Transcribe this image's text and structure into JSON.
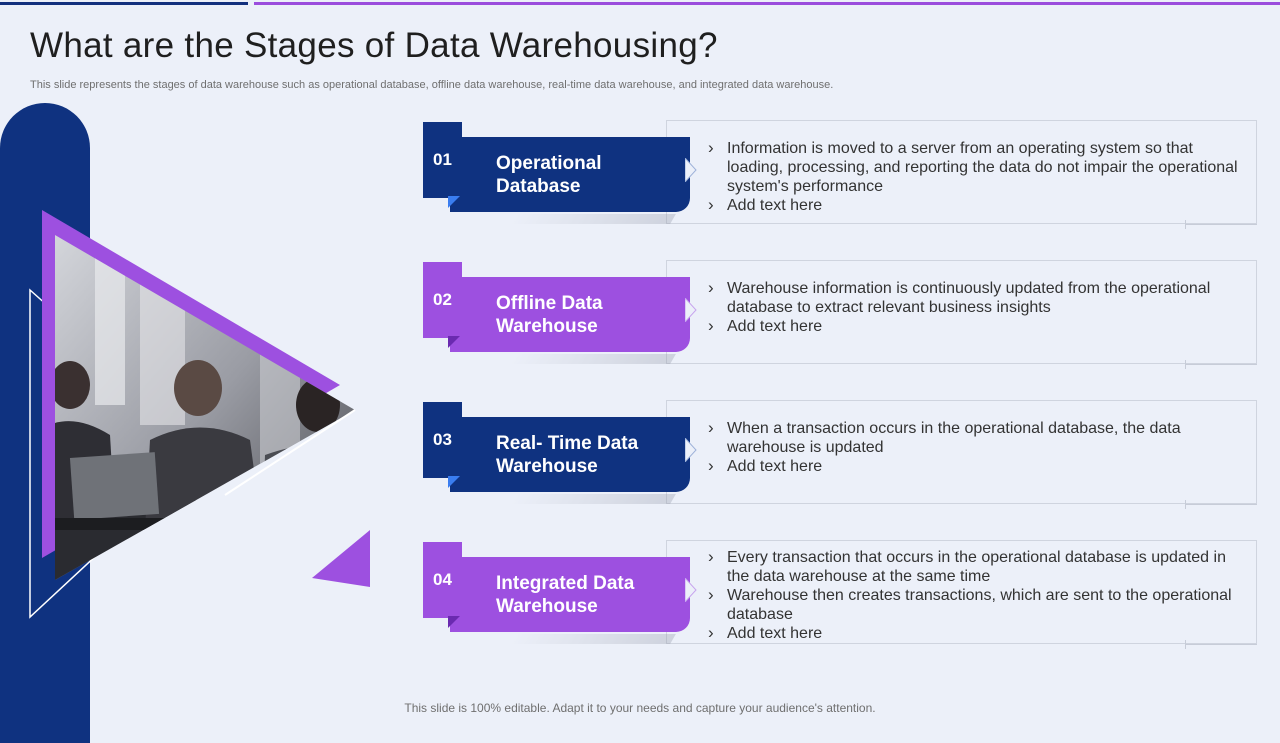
{
  "title": "What are the Stages of Data Warehousing?",
  "subtitle": "This slide represents the stages of data warehouse such as operational database, offline data warehouse, real-time data warehouse, and integrated data warehouse.",
  "colors": {
    "blue": "#0f3280",
    "purple": "#9d50e0",
    "background": "#ecf0f9"
  },
  "stages": [
    {
      "number": "01",
      "label": "Operational\nDatabase",
      "bullets": [
        "Information  is moved to a server from an operating system so that loading, processing, and reporting the data do not impair the operational system's performance",
        "Add text here"
      ]
    },
    {
      "number": "02",
      "label": "Offline Data\nWarehouse",
      "bullets": [
        "Warehouse information is continuously  updated from the operational database to extract relevant  business insights",
        "Add text here"
      ]
    },
    {
      "number": "03",
      "label": "Real- Time Data\nWarehouse",
      "bullets": [
        "When a transaction  occurs in the operational database, the data warehouse is updated",
        "Add text here"
      ]
    },
    {
      "number": "04",
      "label": "Integrated Data\nWarehouse",
      "bullets": [
        "Every transaction  that occurs in the operational database is updated in the data warehouse at the same time",
        "Warehouse then creates transactions, which are sent to the operational database",
        "Add text here"
      ]
    }
  ],
  "footer": "This slide is 100% editable. Adapt it to your needs and capture your audience's attention."
}
